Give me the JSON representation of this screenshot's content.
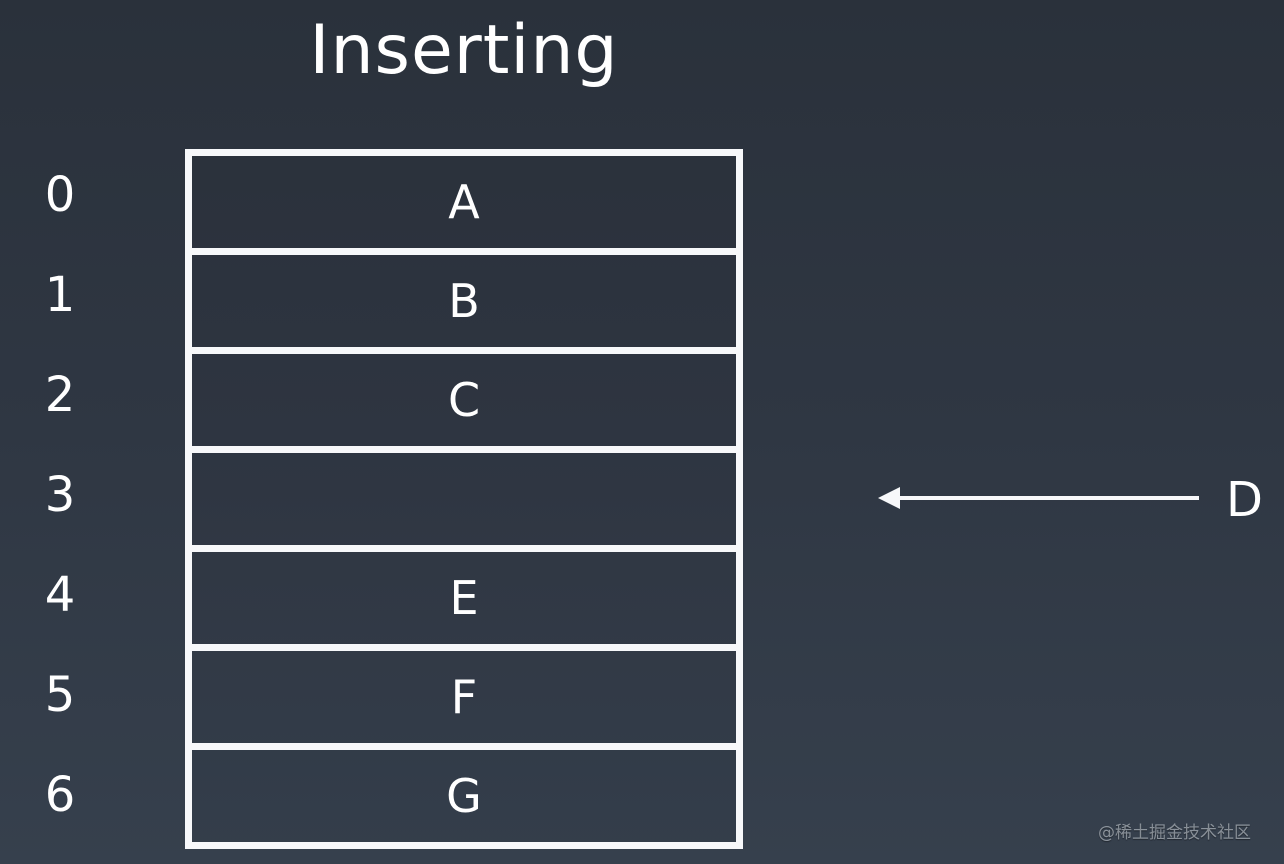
{
  "title": "Inserting",
  "array": {
    "indices": [
      "0",
      "1",
      "2",
      "3",
      "4",
      "5",
      "6"
    ],
    "cells": [
      "A",
      "B",
      "C",
      "",
      "E",
      "F",
      "G"
    ]
  },
  "insert_pointer": {
    "label": "D",
    "target_index": "3",
    "icon": "arrow-left-icon"
  },
  "watermark": "@稀土掘金技术社区",
  "colors": {
    "background": "#2f3743",
    "foreground": "#ffffff",
    "border": "#f7f8fa"
  }
}
